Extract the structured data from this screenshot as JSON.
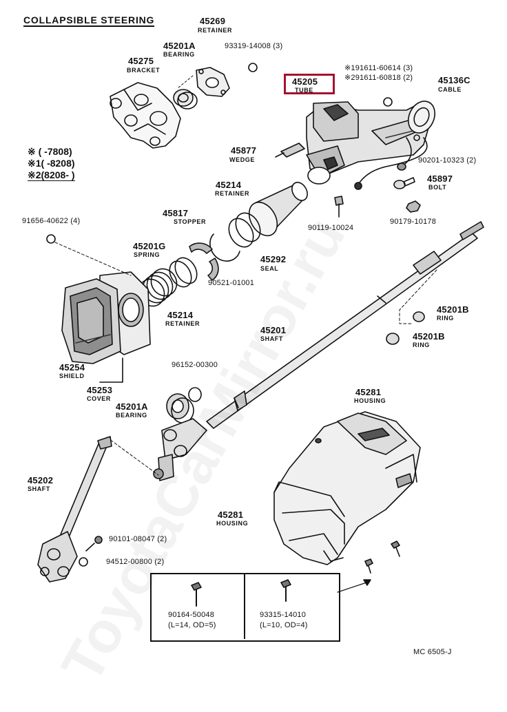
{
  "title": "COLLAPSIBLE STEERING",
  "highlight_color": "#a3122f",
  "watermark": "ToyotaCarMirror.ru",
  "footer_code": "MC  6505-J",
  "legend": {
    "row1": "※ (      -7808)",
    "row2": "※1(      -8208)",
    "row3": "※2(8208-         )"
  },
  "parts": {
    "p45269": {
      "number": "45269",
      "name": "RETAINER"
    },
    "p45201A_top": {
      "number": "45201A",
      "name": "BEARING"
    },
    "p93319": {
      "code": "93319-14008 (3)"
    },
    "p45275": {
      "number": "45275",
      "name": "BRACKET"
    },
    "p45205": {
      "number": "45205",
      "name": "TUBE"
    },
    "p91611_1": {
      "code": "※191611-60614 (3)"
    },
    "p91611_2": {
      "code": "※291611-60818 (2)"
    },
    "p45136C": {
      "number": "45136C",
      "name": "CABLE"
    },
    "p45877": {
      "number": "45877",
      "name": "WEDGE"
    },
    "p90201": {
      "code": "90201-10323 (2)"
    },
    "p45897": {
      "number": "45897",
      "name": "BOLT"
    },
    "p45214_top": {
      "number": "45214",
      "name": "RETAINER"
    },
    "p90119": {
      "code": "90119-10024"
    },
    "p90179": {
      "code": "90179-10178"
    },
    "p91656": {
      "code": "91656-40622 (4)"
    },
    "p45817": {
      "number": "45817",
      "name": "STOPPER"
    },
    "p45201G": {
      "number": "45201G",
      "name": "SPRING"
    },
    "p45292": {
      "number": "45292",
      "name": "SEAL"
    },
    "p90521": {
      "code": "90521-01001"
    },
    "p45214_bot": {
      "number": "45214",
      "name": "RETAINER"
    },
    "p45201B_1": {
      "number": "45201B",
      "name": "RING"
    },
    "p45201B_2": {
      "number": "45201B",
      "name": "RING"
    },
    "p45201": {
      "number": "45201",
      "name": "SHAFT"
    },
    "p45254": {
      "number": "45254",
      "name": "SHIELD"
    },
    "p45253": {
      "number": "45253",
      "name": "COVER"
    },
    "p96152": {
      "code": "96152-00300"
    },
    "p45201A_bot": {
      "number": "45201A",
      "name": "BEARING"
    },
    "p45281_top": {
      "number": "45281",
      "name": "HOUSING"
    },
    "p45202": {
      "number": "45202",
      "name": "SHAFT"
    },
    "p45281_bot": {
      "number": "45281",
      "name": "HOUSING"
    },
    "p90101": {
      "code": "90101-08047 (2)"
    },
    "p94512": {
      "code": "94512-00800 (2)"
    },
    "p90164": {
      "code": "90164-50048",
      "spec": "(L=14, OD=5)"
    },
    "p93315": {
      "code": "93315-14010",
      "spec": "(L=10, OD=4)"
    }
  }
}
